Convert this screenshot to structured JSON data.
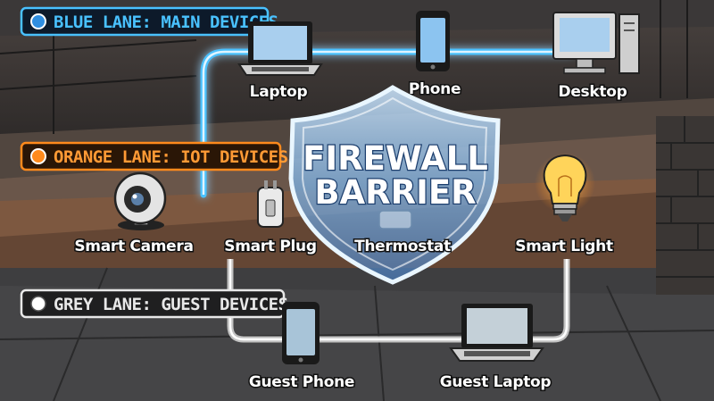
{
  "lanes": {
    "blue": {
      "label": "BLUE LANE: MAIN DEVICES",
      "color": "#49c1ff"
    },
    "orange": {
      "label": "ORANGE LANE: IOT DEVICES",
      "color": "#ff8a1c"
    },
    "grey": {
      "label": "GREY LANE: GUEST DEVICES",
      "color": "#e8e8e8"
    }
  },
  "devices": {
    "laptop": "Laptop",
    "phone": "Phone",
    "desktop": "Desktop",
    "smart_camera": "Smart Camera",
    "smart_plug": "Smart Plug",
    "thermostat": "Thermostat",
    "smart_light": "Smart Light",
    "guest_phone": "Guest Phone",
    "guest_laptop": "Guest Laptop"
  },
  "firewall": {
    "line1": "FIREWALL",
    "line2": "BARRIER"
  },
  "icons": [
    "laptop-icon",
    "phone-icon",
    "desktop-icon",
    "camera-icon",
    "smart-plug-icon",
    "thermostat-icon",
    "light-bulb-icon",
    "shield-icon"
  ]
}
